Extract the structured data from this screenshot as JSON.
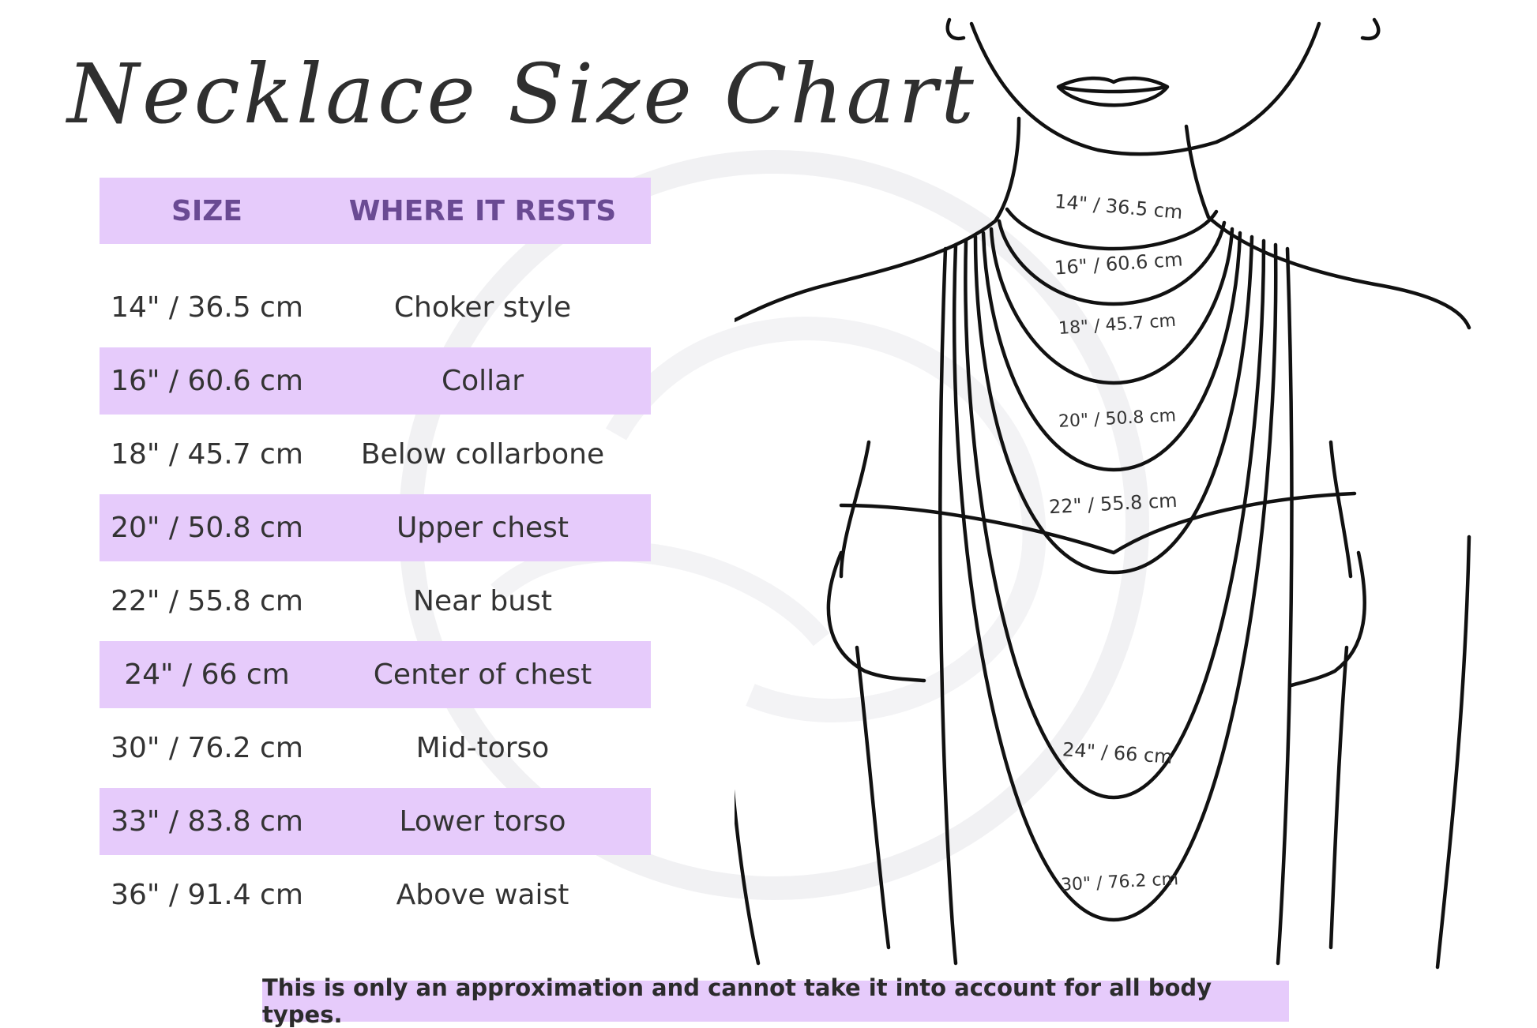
{
  "title": "Necklace Size Chart",
  "table": {
    "headers": [
      "SIZE",
      "WHERE IT RESTS"
    ],
    "rows": [
      {
        "size": "14\" / 36.5 cm",
        "rests": "Choker style"
      },
      {
        "size": "16\" / 60.6 cm",
        "rests": "Collar"
      },
      {
        "size": "18\" / 45.7 cm",
        "rests": "Below collarbone"
      },
      {
        "size": "20\" / 50.8 cm",
        "rests": "Upper chest"
      },
      {
        "size": "22\" / 55.8 cm",
        "rests": "Near bust"
      },
      {
        "size": "24\" / 66 cm",
        "rests": "Center of chest"
      },
      {
        "size": "30\" / 76.2 cm",
        "rests": "Mid-torso"
      },
      {
        "size": "33\" / 83.8 cm",
        "rests": "Lower torso"
      },
      {
        "size": "36\" / 91.4 cm",
        "rests": "Above waist"
      }
    ]
  },
  "figure_labels": [
    "14\" / 36.5 cm",
    "16\" / 60.6 cm",
    "18\" / 45.7 cm",
    "20\" / 50.8 cm",
    "22\" / 55.8 cm",
    "24\" / 66 cm",
    "30\" / 76.2 cm"
  ],
  "note": "This is only an approximation and cannot take it into account for all body types.",
  "colors": {
    "accent": "#e6cbfb",
    "header_text": "#6a4a93",
    "text": "#2b2b2b"
  }
}
